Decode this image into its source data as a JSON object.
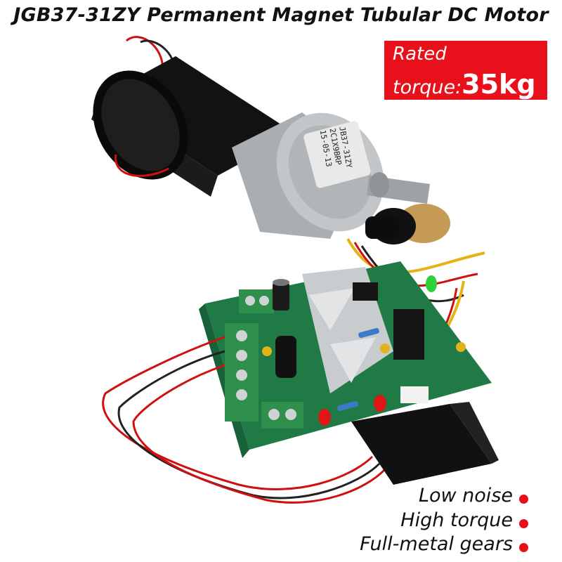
{
  "title": "JGB37-31ZY Permanent Magnet Tubular DC Motor",
  "badge": {
    "line1": "Rated",
    "label": "torque:",
    "value": "35kg"
  },
  "features": [
    "Low noise",
    "High torque",
    "Full-metal gears"
  ],
  "motor_label": {
    "line1": "JB37-31ZY",
    "line2": "2C1X9BRP",
    "line3": "15-05-13"
  },
  "colors": {
    "accent_red": "#e8101a",
    "pcb_green": "#1f7a45",
    "motor_black": "#111111",
    "gearbox_silver": "#b8bcbf"
  }
}
